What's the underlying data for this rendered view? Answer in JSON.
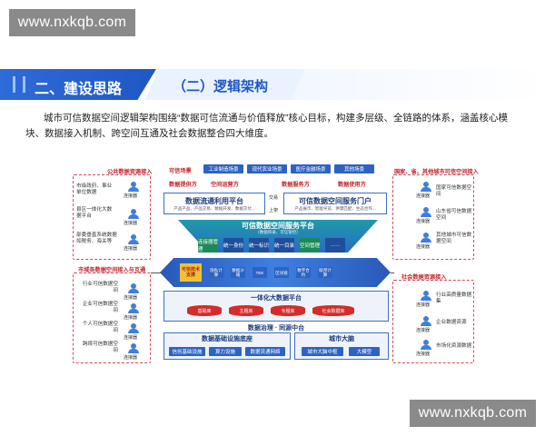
{
  "watermark": {
    "top": "www.nxkqb.com",
    "bottom": "www.nxkqb.com"
  },
  "header": {
    "section": "二、建设思路",
    "subsection": "（二）逻辑架构"
  },
  "intro": "城市可信数据空间逻辑架构围绕“数据可信流通与价值释放”核心目标，构建多层级、全链路的体系，涵盖核心模块、数据接入机制、跨空间互通及社会数据整合四大维度。",
  "diagram": {
    "left_top_title": "公共数据资源接入",
    "left_top_items": [
      {
        "text": "市级政府、事业单位数据",
        "label": "连接器"
      },
      {
        "text": "县区一体化大数据平台",
        "label": "连接器"
      },
      {
        "text": "部委垂直系统数据如税务、海关等",
        "label": "连接器"
      }
    ],
    "left_bottom_title": "市域各数据空间接入与互通",
    "left_bottom_items": [
      {
        "text": "行业可信数据空间",
        "label": "连接器"
      },
      {
        "text": "企业可信数据空间",
        "label": "连接器"
      },
      {
        "text": "个人可信数据空间",
        "label": "连接器"
      },
      {
        "text": "跨境可信数据空间",
        "label": "连接器"
      }
    ],
    "right_top_title": "国家、省、其他城市可信空间接入",
    "right_top_items": [
      {
        "text": "国家可信数据空间",
        "label": "连接器"
      },
      {
        "text": "山东省可信数据空间",
        "label": "连接器"
      },
      {
        "text": "其他城市可信数据空间",
        "label": "连接器"
      }
    ],
    "right_bottom_title": "社会数据资源接入",
    "right_bottom_items": [
      {
        "text": "行业高质量数据集",
        "label": "连接器"
      },
      {
        "text": "企业数据资源",
        "label": "连接器"
      },
      {
        "text": "市场化资源数据",
        "label": "连接器"
      }
    ],
    "scenarios_label": "可信场景",
    "scenarios": [
      "工业制造场景",
      "现代农业场景",
      "医疗金融场景",
      "其他场景"
    ],
    "roles": [
      "数据提供方",
      "空间运营方",
      "数据服务方",
      "数据使用方"
    ],
    "platform_left": {
      "title": "数据流通利用平台",
      "desc": "产品产品、产品交易、数据开发、数据交付..."
    },
    "platform_right": {
      "title": "可信数据空间服务门户",
      "desc": "产品展示、智能导览、供需匹配、生态合作..."
    },
    "exchange_top": "交易",
    "exchange_bottom": "上架",
    "service_platform": {
      "title": "可信数据空间服务平台",
      "subtitle": "（数据目录、可信管控）"
    },
    "service_modules": [
      "连接器管理",
      "统一身份",
      "统一标识",
      "统一目录",
      "空间管理",
      "……"
    ],
    "tech_label": "可信技术支撑",
    "tech_items": [
      "隐私计算",
      "数据沙箱",
      "TEE",
      "区块链",
      "数字合约",
      "联邦计算"
    ],
    "bigdata": {
      "title": "一体化大数据平台",
      "dbs": [
        "基础库",
        "主题库",
        "专题库",
        "社会数据库"
      ]
    },
    "governance": "数据治理 · 同源中台",
    "infra": {
      "title": "数据基础设施底座",
      "items": [
        "信创基础设施",
        "算力设施",
        "数据流通网络"
      ]
    },
    "brain": {
      "title": "城市大脑",
      "items": [
        "城市大脑中枢",
        "大模型"
      ]
    }
  }
}
